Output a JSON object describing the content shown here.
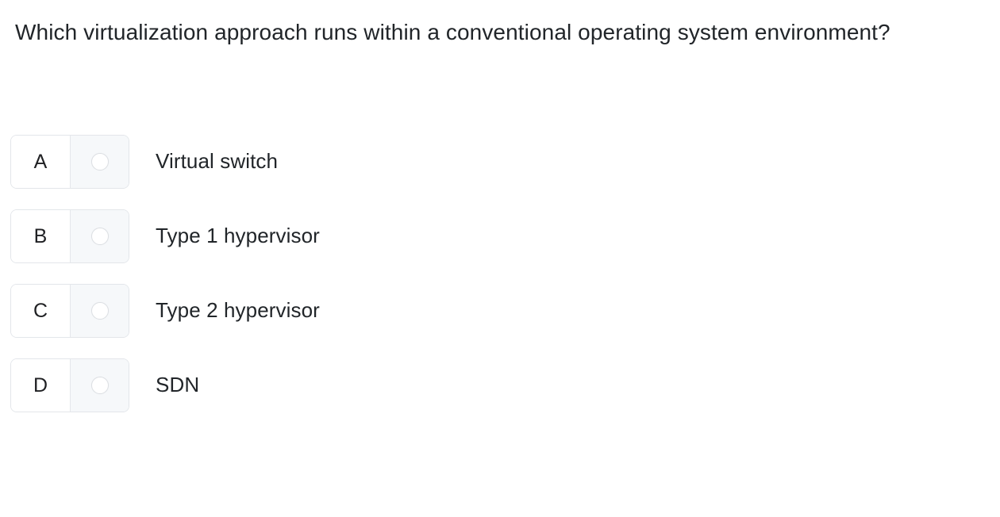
{
  "question": {
    "text": "Which virtualization approach runs within a conventional operating system environment?"
  },
  "options": [
    {
      "letter": "A",
      "label": "Virtual switch",
      "selected": false,
      "radio_icon": "radio-unchecked-icon"
    },
    {
      "letter": "B",
      "label": "Type 1 hypervisor",
      "selected": false,
      "radio_icon": "radio-unchecked-icon"
    },
    {
      "letter": "C",
      "label": "Type 2 hypervisor",
      "selected": false,
      "radio_icon": "radio-unchecked-icon"
    },
    {
      "letter": "D",
      "label": "SDN",
      "selected": false,
      "radio_icon": "radio-unchecked-icon"
    }
  ],
  "colors": {
    "page_background": "#ffffff",
    "text_primary": "#212529",
    "box_border": "#e3e6ea",
    "divider": "#e5e7eb",
    "radio_cell_background": "#f6f8fa",
    "radio_border": "#dcdfe3",
    "radio_fill": "#ffffff"
  }
}
